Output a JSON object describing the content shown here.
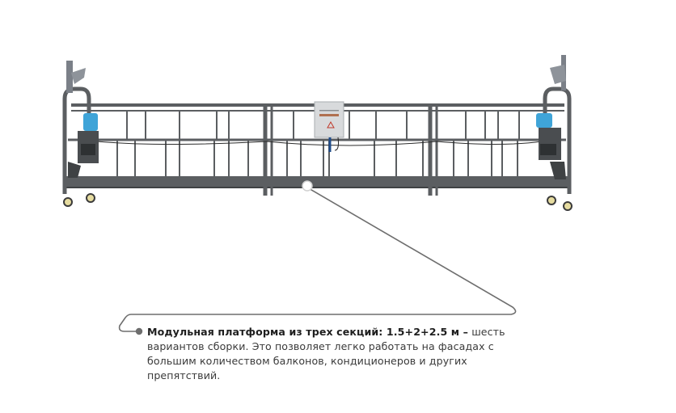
{
  "image": {
    "subject": "suspended-work-platform",
    "description_alt": "Three-section suspended facade platform with hoist motors at each end and a central control box"
  },
  "callout": {
    "title": "Модульная платформа из трех секций: 1.5+2+2.5 м –",
    "body": "шесть вариантов сборки. Это позволяет легко работать на фасадах с большим количеством балконов, кондиционеров и других препятствий."
  },
  "colors": {
    "frame": "#5b5e61",
    "frame_dark": "#3f4244",
    "motor_blue": "#3fa4d8",
    "leader_line": "#6e6e6e",
    "text": "#3a3a3a"
  },
  "icons": {
    "hotspot": "circle-marker-icon",
    "bullet": "dot-bullet-icon"
  }
}
